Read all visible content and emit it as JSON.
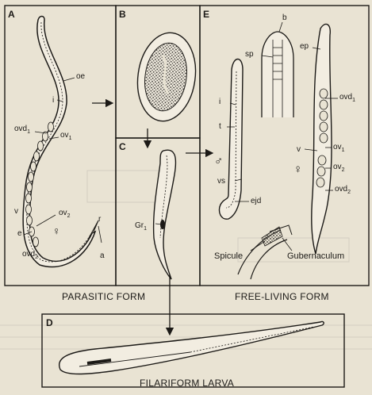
{
  "panels": {
    "A": "A",
    "B": "B",
    "C": "C",
    "D": "D",
    "E": "E"
  },
  "labels": {
    "oe": "oe",
    "i_a": "i",
    "ovd1_a": "ovd",
    "ovd1_a_sub": "1",
    "ov1_a": "ov",
    "ov1_a_sub": "1",
    "v_a": "v",
    "ov2_a": "ov",
    "ov2_a_sub": "2",
    "e": "e",
    "female_a": "♀",
    "r": "r",
    "ovd2_a": "ovd",
    "ovd2_a_sub": "2",
    "a": "a",
    "gr": "Gr",
    "gr_sub": "1",
    "b": "b",
    "sp": "sp",
    "ep": "ep",
    "i_e": "i",
    "t": "t",
    "male": "♂",
    "vs": "vs",
    "ejd": "ejd",
    "ovd1_e": "ovd",
    "ovd1_e_sub": "1",
    "v_e": "v",
    "ov1_e": "ov",
    "ov1_e_sub": "1",
    "female_e": "♀",
    "ov2_e": "ov",
    "ov2_e_sub": "2",
    "ovd2_e": "ovd",
    "ovd2_e_sub": "2",
    "spicule": "Spicule",
    "gubernaculum": "Gubernaculum"
  },
  "captions": {
    "parasitic": "PARASITIC FORM",
    "free_living": "FREE-LIVING FORM",
    "filariform": "FILARIFORM LARVA"
  }
}
